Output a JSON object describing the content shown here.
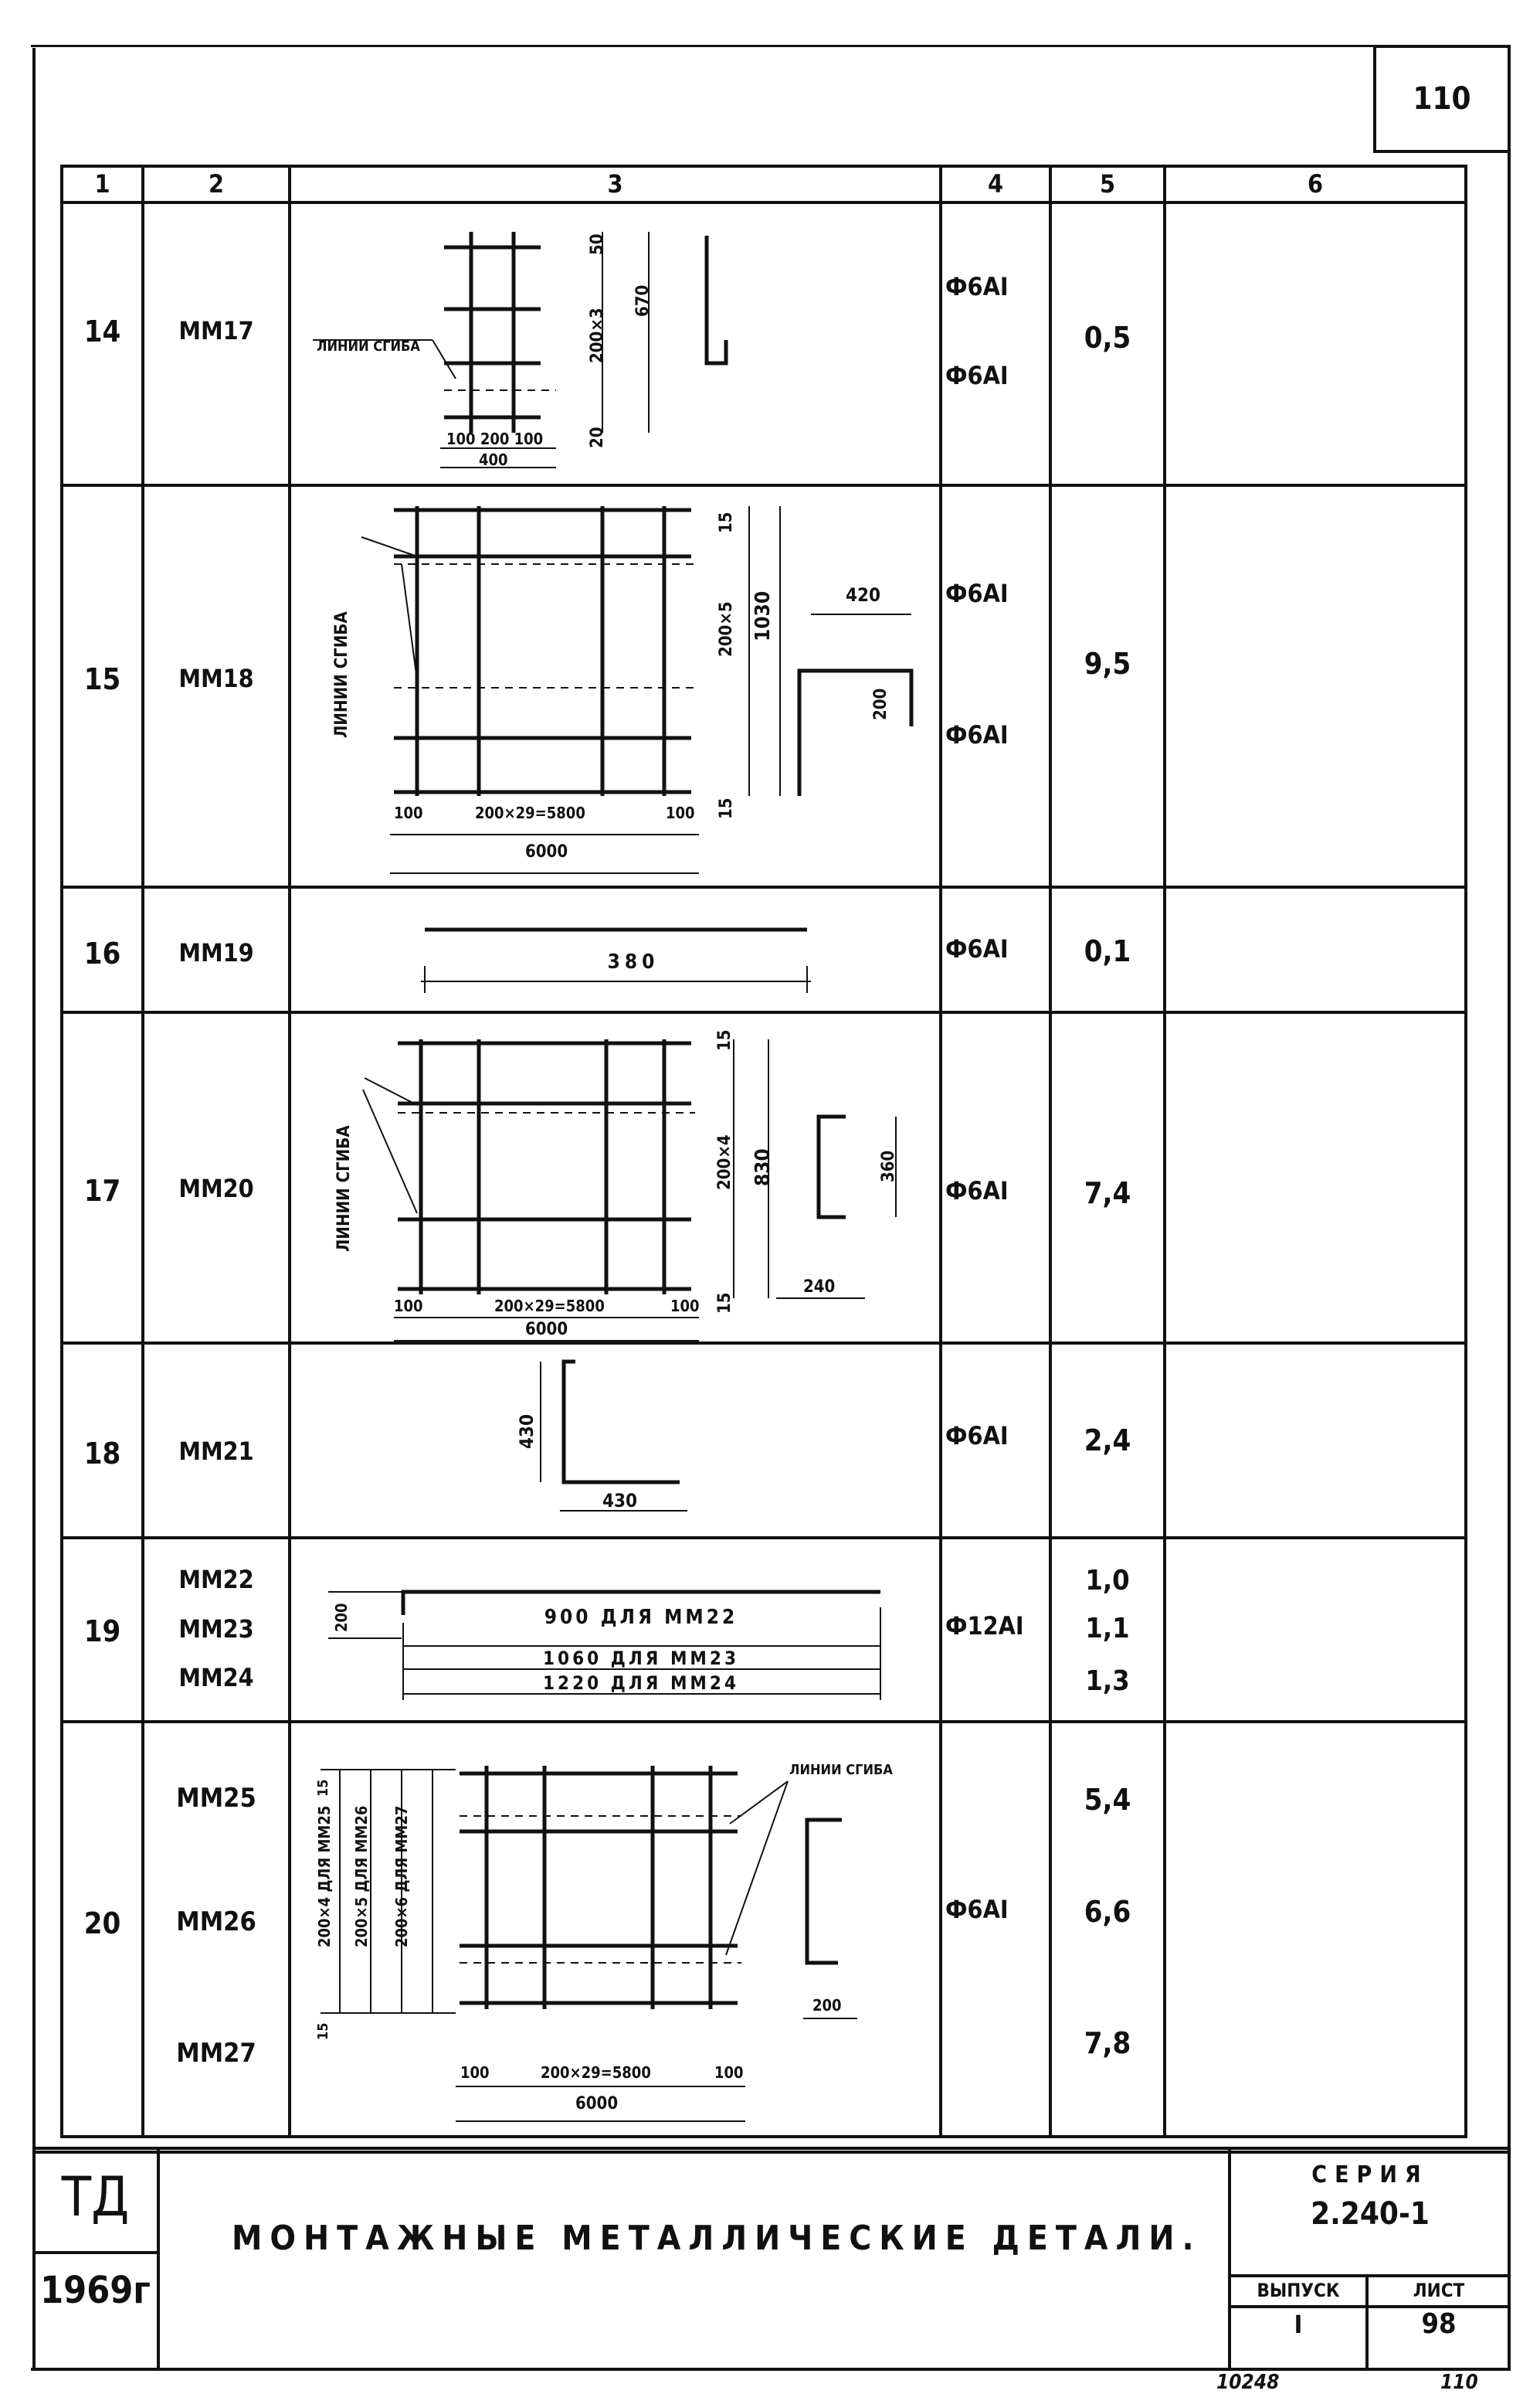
{
  "sheet_number": "110",
  "header": [
    "1",
    "2",
    "3",
    "4",
    "5",
    "6"
  ],
  "rows": [
    {
      "no": "14",
      "marks": [
        "ММ17"
      ],
      "steel": [
        "Ф6АⅠ",
        "Ф6АⅠ"
      ],
      "weights": [
        "0,5"
      ],
      "labels": {
        "grain": "ЛИНИИ СГИБА",
        "d1": "50",
        "d2": "200×3",
        "d3": "670",
        "d4": "20",
        "d5": "100 200 100",
        "d6": "400"
      }
    },
    {
      "no": "15",
      "marks": [
        "ММ18"
      ],
      "steel": [
        "Ф6АⅠ",
        "Ф6АⅠ"
      ],
      "weights": [
        "9,5"
      ],
      "labels": {
        "grain": "ЛИНИИ СГИБА",
        "d1": "15",
        "d2": "200×5",
        "d3": "1030",
        "d4": "15",
        "d5": "100",
        "d6": "200×29=5800",
        "d7": "100",
        "d8": "6000",
        "d9": "420",
        "d10": "200"
      }
    },
    {
      "no": "16",
      "marks": [
        "ММ19"
      ],
      "steel": [
        "Ф6АⅠ"
      ],
      "weights": [
        "0,1"
      ],
      "labels": {
        "d1": "380"
      }
    },
    {
      "no": "17",
      "marks": [
        "ММ20"
      ],
      "steel": [
        "Ф6АⅠ"
      ],
      "weights": [
        "7,4"
      ],
      "labels": {
        "grain": "ЛИНИИ СГИБА",
        "d1": "15",
        "d2": "200×4",
        "d3": "830",
        "d4": "15",
        "d5": "100",
        "d6": "200×29=5800",
        "d7": "100",
        "d8": "6000",
        "d9": "360",
        "d10": "240"
      }
    },
    {
      "no": "18",
      "marks": [
        "ММ21"
      ],
      "steel": [
        "Ф6АⅠ"
      ],
      "weights": [
        "2,4"
      ],
      "labels": {
        "d1": "430",
        "d2": "430"
      }
    },
    {
      "no": "19",
      "marks": [
        "ММ22",
        "ММ23",
        "ММ24"
      ],
      "steel": [
        "Ф12АⅠ"
      ],
      "weights": [
        "1,0",
        "1,1",
        "1,3"
      ],
      "labels": {
        "d1": "200",
        "d2": "900 ДЛЯ ММ22",
        "d3": "1060 ДЛЯ ММ23",
        "d4": "1220 ДЛЯ ММ24"
      }
    },
    {
      "no": "20",
      "marks": [
        "ММ25",
        "ММ26",
        "ММ27"
      ],
      "steel": [
        "Ф6АⅠ"
      ],
      "weights": [
        "5,4",
        "6,6",
        "7,8"
      ],
      "labels": {
        "grain": "ЛИНИИ СГИБА",
        "d1": "15",
        "d2": "200×4 ДЛЯ ММ25",
        "d3": "200×5 ДЛЯ ММ26",
        "d4": "200×6 ДЛЯ ММ27",
        "d5": "15",
        "d6": "100",
        "d7": "200×29=5800",
        "d8": "100",
        "d9": "6000",
        "d10": "200"
      }
    }
  ],
  "title_block": {
    "org": "ТД",
    "year": "1969г",
    "title": "МОНТАЖНЫЕ МЕТАЛЛИЧЕСКИЕ ДЕТАЛИ.",
    "series_label": "СЕРИЯ",
    "series": "2.240-1",
    "issue_label": "ВЫПУСК",
    "issue": "I",
    "sheet_label": "ЛИСТ",
    "sheet": "98"
  },
  "footer": {
    "left": "10248",
    "right": "110"
  }
}
